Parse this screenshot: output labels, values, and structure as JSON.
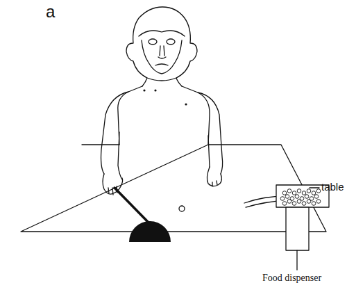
{
  "diagram": {
    "labels": [
      "a",
      "table",
      "Food dispenser"
    ]
  }
}
